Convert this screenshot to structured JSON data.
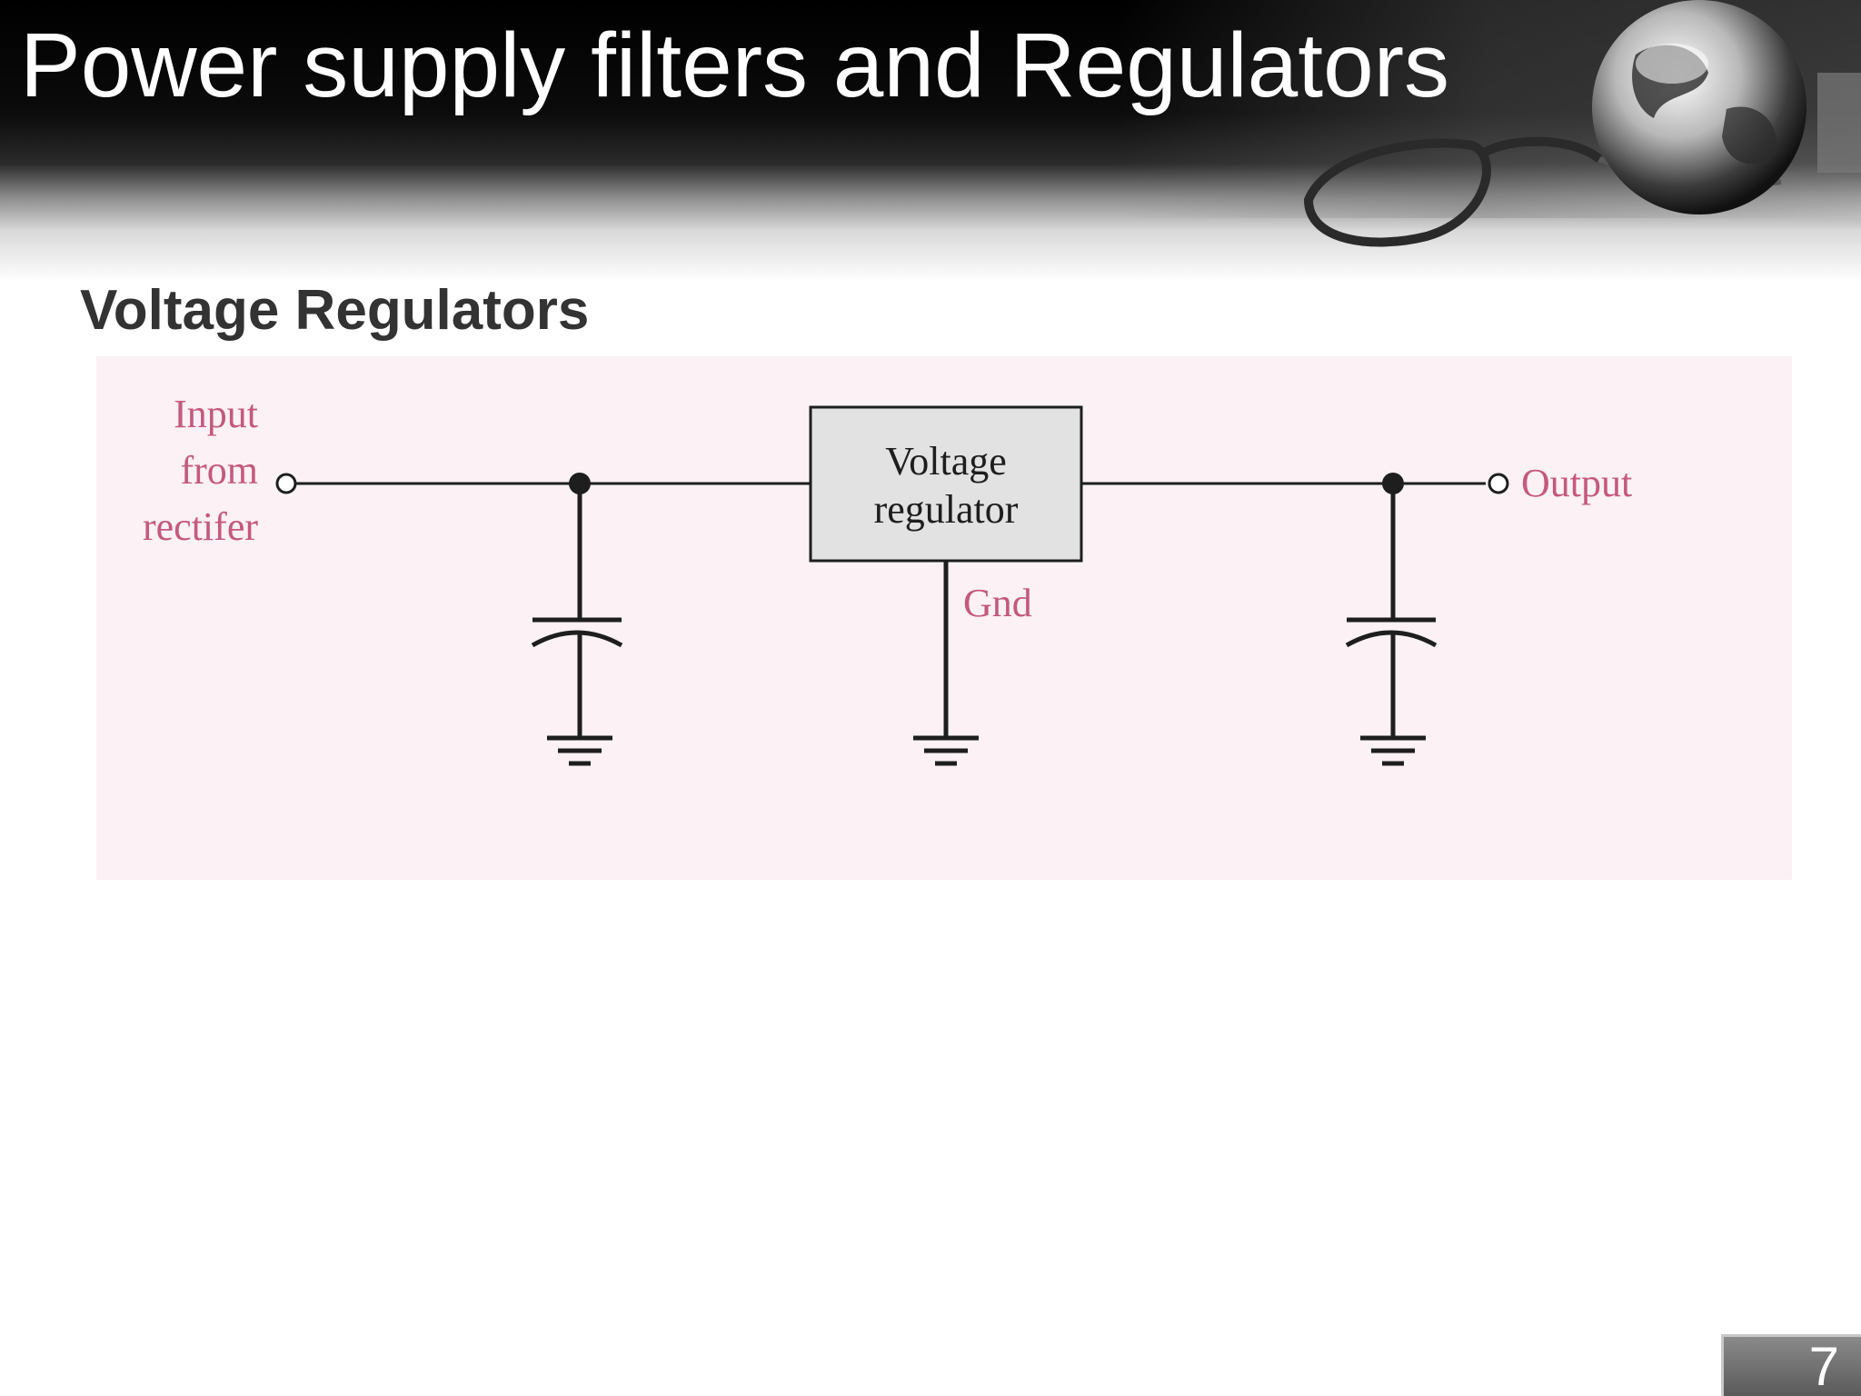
{
  "slide": {
    "title": "Power supply filters and Regulators",
    "section_heading": "Voltage Regulators",
    "page_number": "7"
  },
  "diagram": {
    "input_label_lines": [
      "Input",
      "from",
      "rectifer"
    ],
    "regulator_label_lines": [
      "Voltage",
      "regulator"
    ],
    "ground_pin_label": "Gnd",
    "output_label": "Output"
  }
}
